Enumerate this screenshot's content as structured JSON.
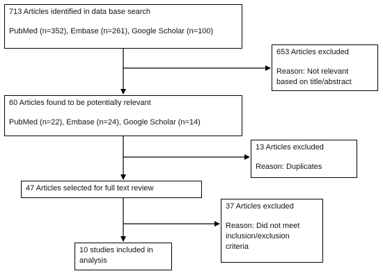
{
  "boxes": {
    "identified": {
      "title": "713 Articles identified in data base search",
      "detail": "PubMed (n=352), Embase (n=261), Google Scholar (n=100)"
    },
    "excluded_1": {
      "title": "653 Articles excluded",
      "reason_line1": "Reason: Not relevant",
      "reason_line2": "based on title/abstract"
    },
    "relevant": {
      "title": "60 Articles found to be potentially relevant",
      "detail": "PubMed (n=22), Embase (n=24), Google Scholar (n=14)"
    },
    "excluded_2": {
      "title": "13 Articles excluded",
      "reason_line1": "Reason: Duplicates"
    },
    "full_text": {
      "title": "47 Articles selected for full text review"
    },
    "excluded_3": {
      "title": "37 Articles excluded",
      "reason_line1": "Reason: Did not meet",
      "reason_line2": "inclusion/exclusion",
      "reason_line3": "criteria"
    },
    "included": {
      "title_line1": "10 studies included in",
      "title_line2": "analysis"
    }
  }
}
